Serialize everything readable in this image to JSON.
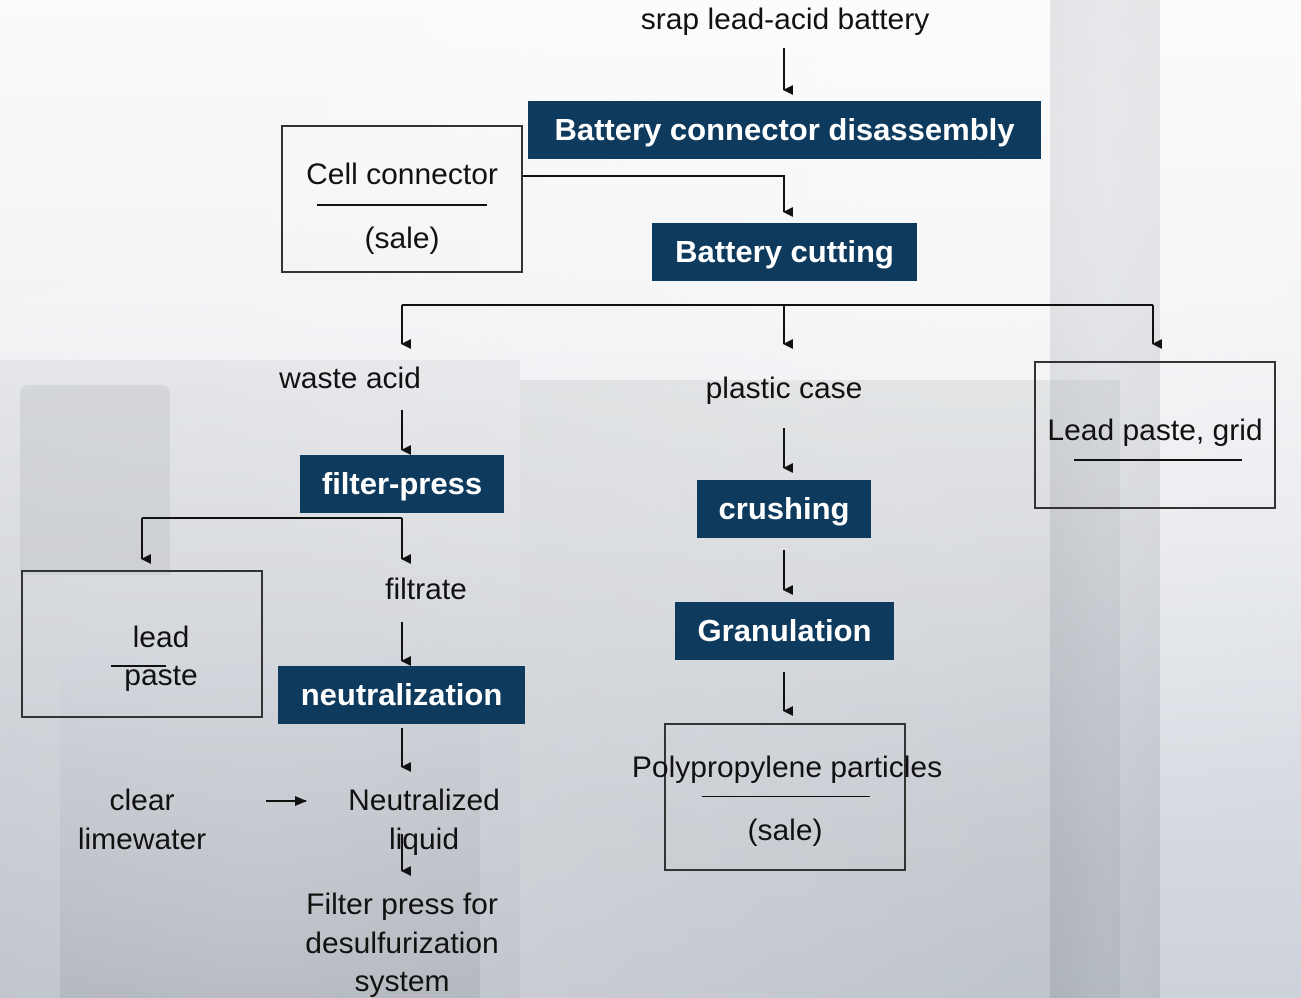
{
  "nodes": {
    "start": "srap lead-acid battery",
    "disassembly": "Battery connector disassembly",
    "cell_connector": {
      "title": "Cell connector",
      "sub": "(sale)"
    },
    "cutting": "Battery cutting",
    "waste_acid": "waste acid",
    "plastic_case": "plastic case",
    "lead_paste_grid": {
      "title": "Lead paste, grid"
    },
    "filter_press": "filter-press",
    "crushing": "crushing",
    "lead_paste": {
      "line1": "lead",
      "line2": "paste"
    },
    "filtrate": "filtrate",
    "granulation": "Granulation",
    "neutralization": "neutralization",
    "polypropylene": {
      "title": "Polypropylene particles",
      "sub": "(sale)"
    },
    "clear_limewater": {
      "line1": "clear",
      "line2": "limewater"
    },
    "neutralized_liquid": {
      "line1": "Neutralized",
      "line2": "liquid"
    },
    "desulfurization": {
      "line1": "Filter press for",
      "line2": "desulfurization",
      "line3": "system"
    }
  },
  "colors": {
    "process_fill": "#0e3a5e",
    "process_text": "#ffffff",
    "connector": "#111111"
  }
}
